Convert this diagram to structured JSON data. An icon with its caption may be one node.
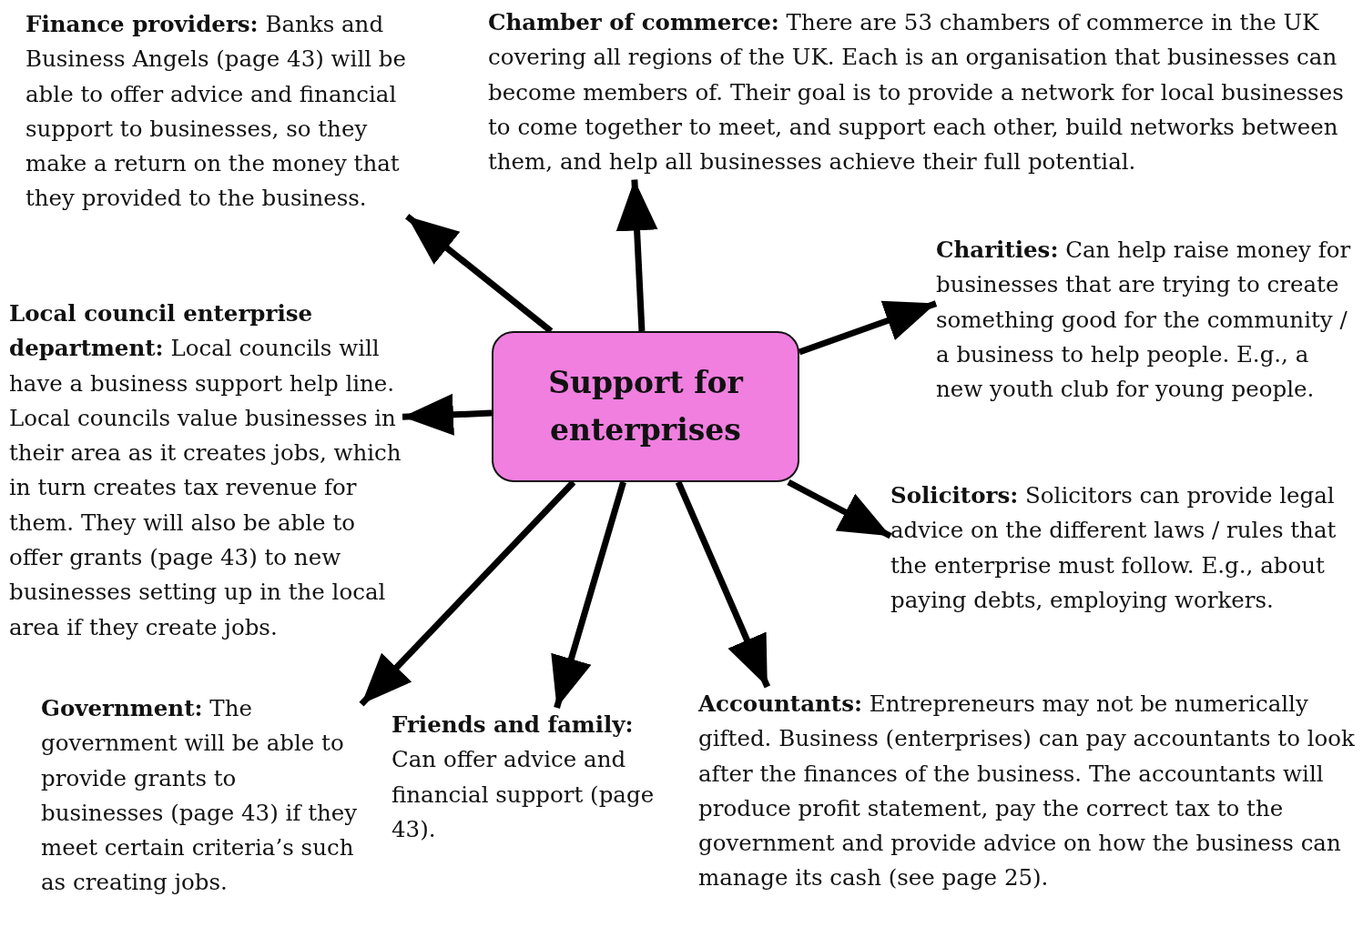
{
  "diagram": {
    "nodes": [
      {
        "text": [
          "Support for enterprises"
        ]
      },
      {
        "text": [
          "**Finance providers:** Banks and Business Angels (page 43) will be able to offer advice and financial support to businesses, so they make a return on the money that they provided to the business."
        ]
      },
      {
        "text": [
          "**Chamber of commerce:** There are 53 chambers of commerce in the UK covering all regions of the UK. Each is an organisation that businesses can become members of. Their goal is to provide a network for local businesses to come together to meet, and support each other, build networks between them, and help all businesses achieve their full potential."
        ]
      },
      {
        "text": [
          "**Charities:** Can help raise money for businesses that are trying to create something good for the community / a business to help people. E.g., a new youth club for young people."
        ]
      },
      {
        "text": [
          "**Local council enterprise department:** Local councils will have a business support help line. Local councils value businesses in their area as it creates jobs, which in turn creates tax revenue for them. They will also be able to offer grants (page 43) to new businesses setting up in the local area if they create jobs."
        ]
      },
      {
        "text": [
          "**Solicitors:** Solicitors can provide legal advice on the different laws / rules that the enterprise must follow. E.g., about paying debts, employing workers."
        ]
      },
      {
        "text": [
          "**Government:** The government will be able to provide grants to businesses (page 43) if they meet certain criteria’s such as creating jobs."
        ]
      },
      {
        "text": [
          "**Friends and family:** Can offer advice and financial support (page 43)."
        ]
      },
      {
        "text": [
          "**Accountants:** Entrepreneurs may not be numerically gifted. Business (enterprises) can pay accountants to look after the finances of the business. The accountants will produce profit statement, pay the correct tax to the government and provide advice on how the business can manage its cash (see page 25)."
        ]
      }
    ],
    "edges": [
      {
        "from": 0,
        "to": 1,
        "arrow": "to"
      },
      {
        "from": 0,
        "to": 2,
        "arrow": "to"
      },
      {
        "from": 0,
        "to": 3,
        "arrow": "to"
      },
      {
        "from": 0,
        "to": 4,
        "arrow": "to"
      },
      {
        "from": 0,
        "to": 5,
        "arrow": "to"
      },
      {
        "from": 0,
        "to": 6,
        "arrow": "to"
      },
      {
        "from": 0,
        "to": 7,
        "arrow": "to"
      },
      {
        "from": 0,
        "to": 8,
        "arrow": "to"
      }
    ]
  }
}
